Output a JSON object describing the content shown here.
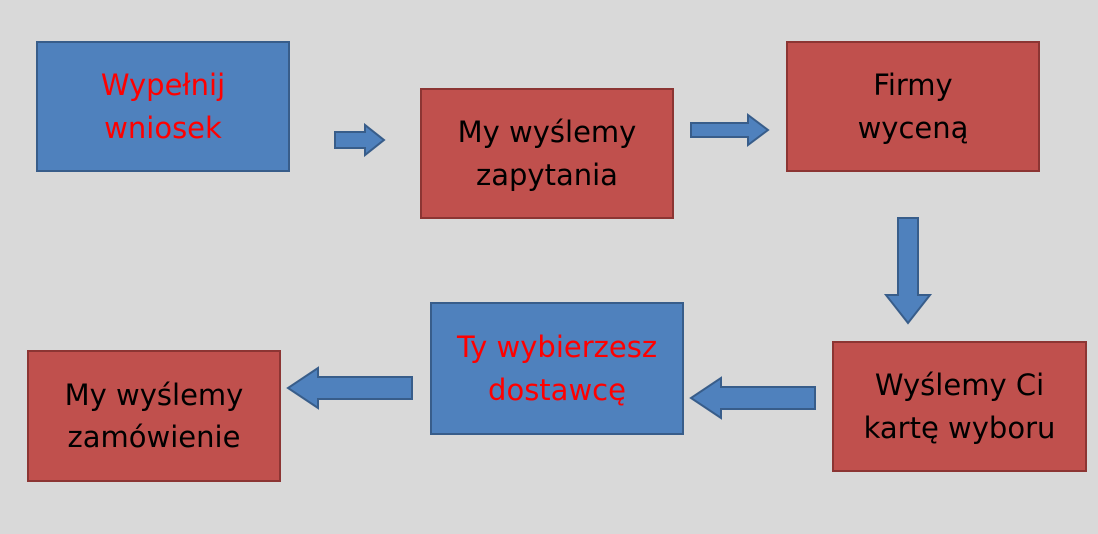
{
  "colors": {
    "background": "#d9d9d9",
    "step_red": "#c0504d",
    "step_blue": "#4f81bd",
    "arrow": "#4f81bd",
    "text_dark": "#000000",
    "text_highlight": "#ff0000"
  },
  "steps": [
    {
      "lines": [
        "Wypełnij",
        "wniosek"
      ],
      "fill": "blue",
      "text_color": "#ff0000"
    },
    {
      "lines": [
        "My wyślemy",
        "zapytania"
      ],
      "fill": "red",
      "text_color": "#000000"
    },
    {
      "lines": [
        "Firmy",
        "wyceną"
      ],
      "fill": "red",
      "text_color": "#000000"
    },
    {
      "lines": [
        "Wyślemy Ci",
        "kartę wyboru"
      ],
      "fill": "red",
      "text_color": "#000000"
    },
    {
      "lines": [
        "Ty wybierzesz",
        "dostawcę"
      ],
      "fill": "blue",
      "text_color": "#ff0000"
    },
    {
      "lines": [
        "My wyślemy",
        "zamówienie"
      ],
      "fill": "red",
      "text_color": "#000000"
    }
  ],
  "arrows": [
    {
      "from": 1,
      "to": 2,
      "direction": "right"
    },
    {
      "from": 2,
      "to": 3,
      "direction": "right"
    },
    {
      "from": 3,
      "to": 4,
      "direction": "down"
    },
    {
      "from": 4,
      "to": 5,
      "direction": "left"
    },
    {
      "from": 5,
      "to": 6,
      "direction": "left"
    }
  ]
}
